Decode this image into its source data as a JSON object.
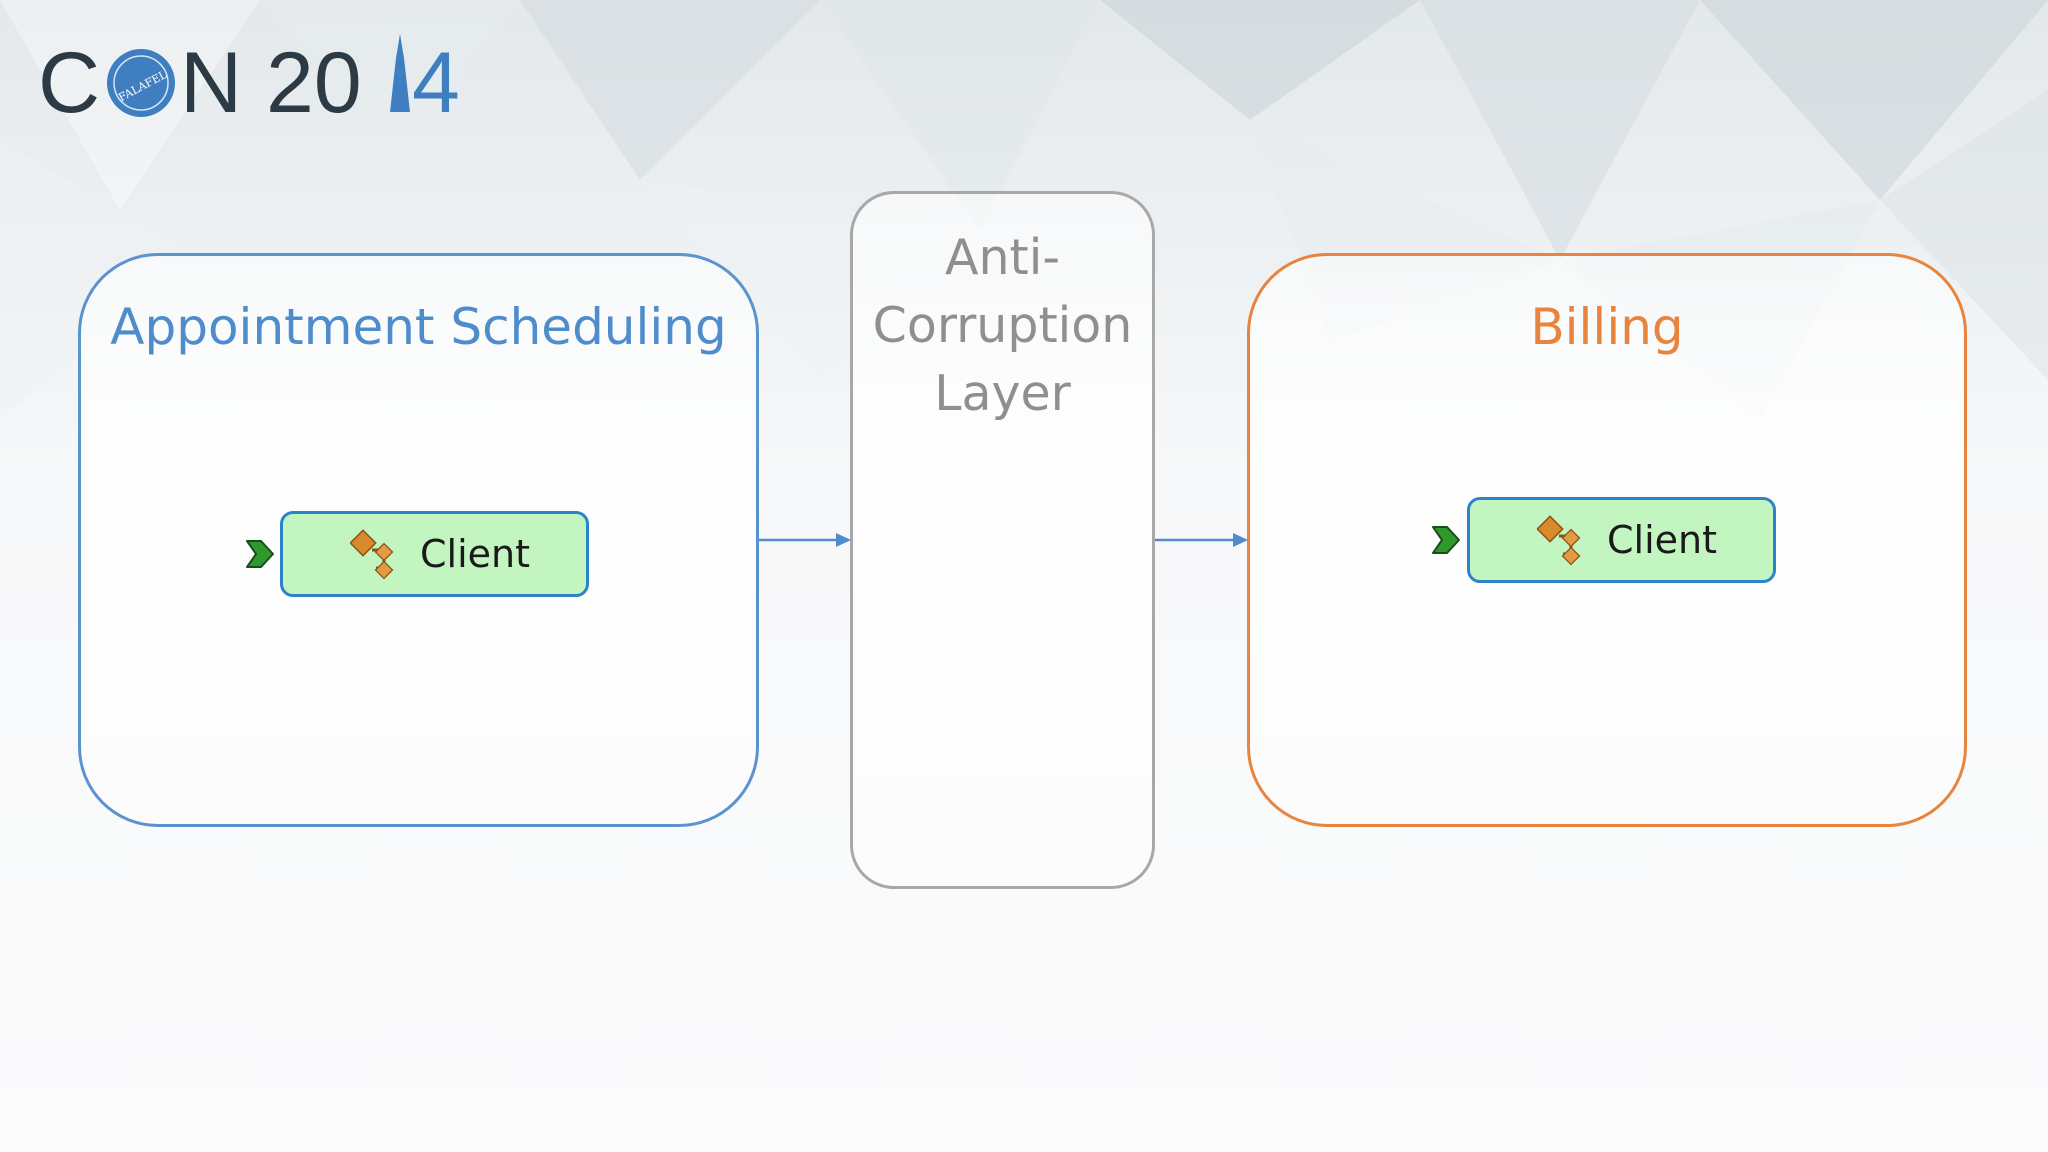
{
  "logo": {
    "prefix": "C",
    "suffix": "N 20",
    "year_end": "4",
    "seal_text": "FALAFEL",
    "colors": {
      "dark": "#2b3a44",
      "blue": "#3f7fc1"
    }
  },
  "diagram": {
    "appointment_scheduling": {
      "title": "Appointment Scheduling",
      "client": {
        "label": "Client",
        "icon": "class-icon"
      },
      "border_color": "#5b93cf"
    },
    "anti_corruption_layer": {
      "title": "Anti-\nCorruption\nLayer",
      "border_color": "#a8a8a8"
    },
    "billing": {
      "title": "Billing",
      "client": {
        "label": "Client",
        "icon": "class-icon"
      },
      "border_color": "#e8843d"
    },
    "client_box_colors": {
      "fill": "#c3f5c0",
      "border": "#2c83c9"
    },
    "connector_color": "#4f8ccc",
    "entry_marker_color": "#2e9a2e"
  }
}
